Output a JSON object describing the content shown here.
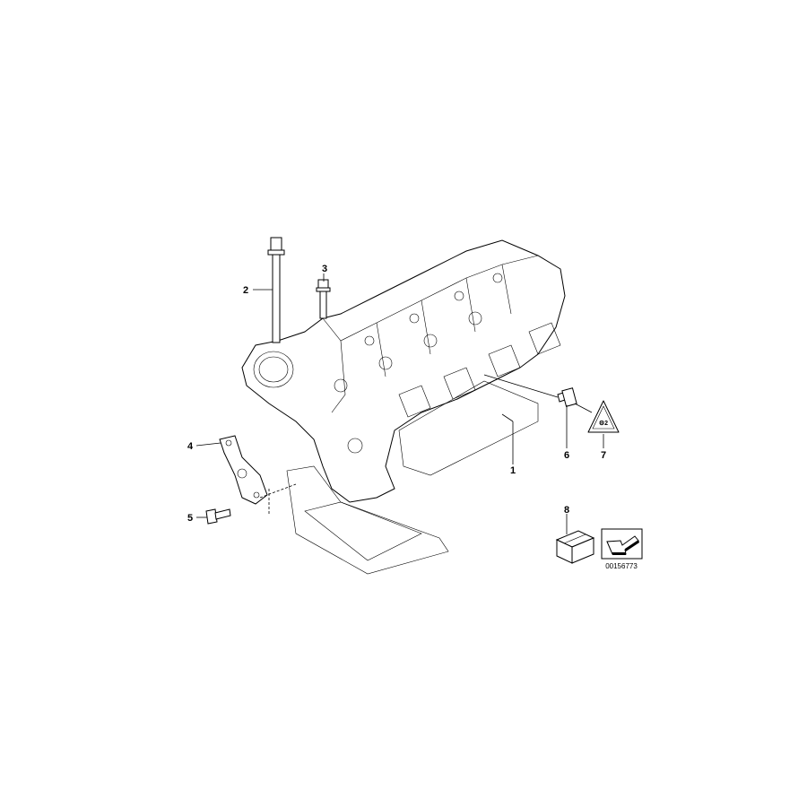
{
  "diagram": {
    "callouts": [
      {
        "number": "1",
        "part": "gasket"
      },
      {
        "number": "2",
        "part": "long-bolt"
      },
      {
        "number": "3",
        "part": "short-bolt"
      },
      {
        "number": "4",
        "part": "bracket"
      },
      {
        "number": "5",
        "part": "screw"
      },
      {
        "number": "6",
        "part": "temperature-sensor"
      },
      {
        "number": "7",
        "part": "warning-label"
      },
      {
        "number": "8",
        "part": "repair-kit-box"
      }
    ],
    "drawing_number": "00156773"
  }
}
